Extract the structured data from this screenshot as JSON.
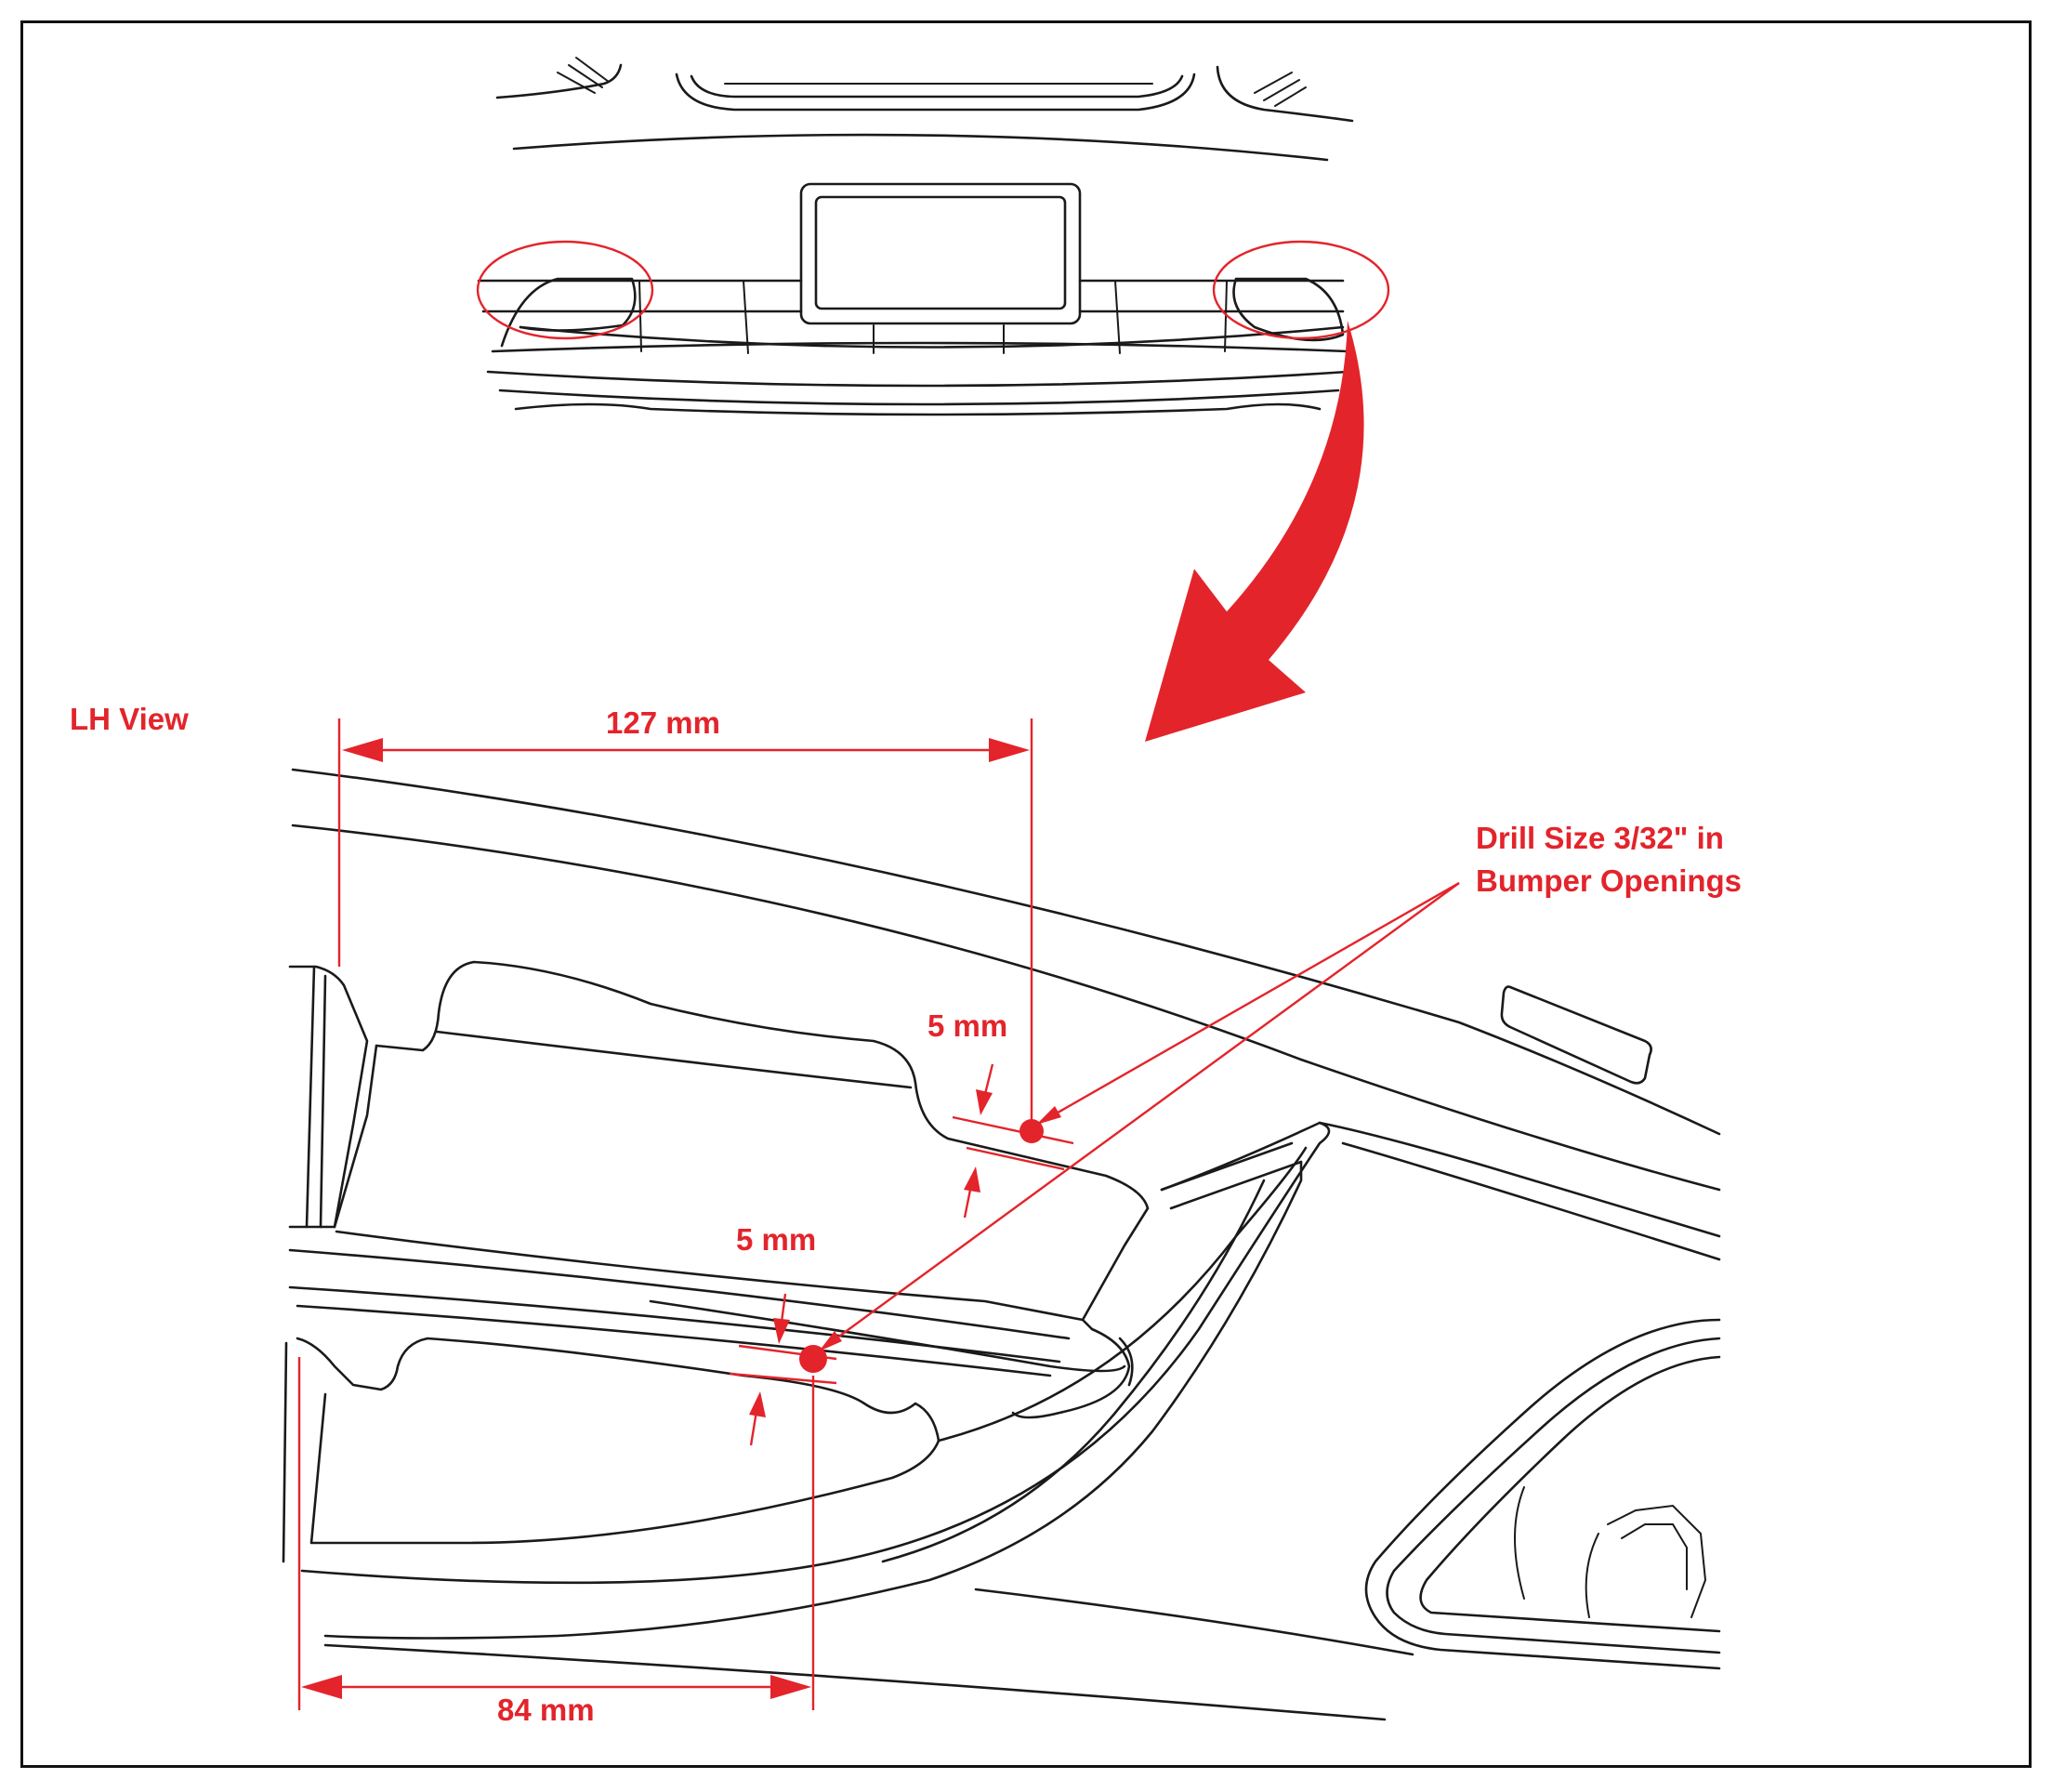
{
  "view_label": "LH View",
  "dimensions": {
    "top_horizontal": "127 mm",
    "bottom_horizontal": "84 mm",
    "upper_offset": "5 mm",
    "lower_offset": "5 mm"
  },
  "callout": {
    "line1": "Drill Size 3/32\" in",
    "line2": "Bumper Openings"
  },
  "colors": {
    "annotation": "#e3242b",
    "linework": "#1a1a1a"
  }
}
